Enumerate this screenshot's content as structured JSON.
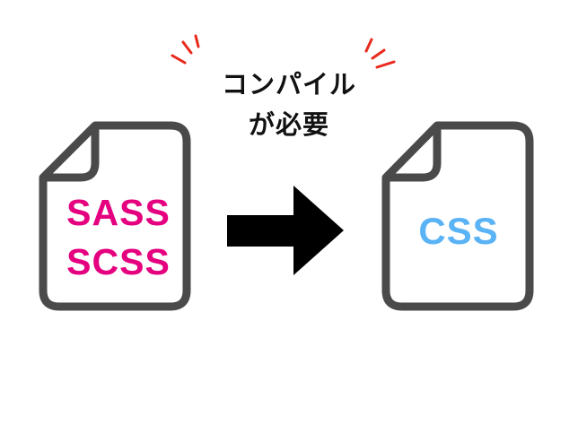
{
  "caption": {
    "line1": "コンパイル",
    "line2": "が必要"
  },
  "source_file": {
    "line1": "SASS",
    "line2": "SCSS",
    "text_color": "#e5007f"
  },
  "target_file": {
    "label": "CSS",
    "text_color": "#5ab3f5"
  },
  "colors": {
    "file_outline": "#4a4a4a",
    "arrow": "#000000",
    "burst": "#e8291c",
    "caption_text": "#111111"
  },
  "icons": {
    "source": "document-icon",
    "target": "document-icon",
    "arrow": "right-arrow-icon",
    "emphasis": "emphasis-lines-icon"
  }
}
